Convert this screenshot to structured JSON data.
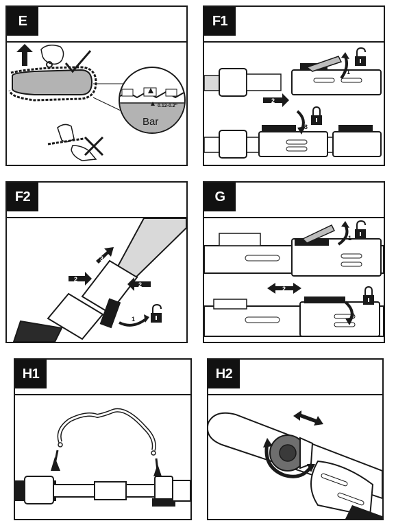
{
  "panels": {
    "E": {
      "tag": "E",
      "bar_label": "Bar",
      "gap_label": "0.12-0.2\""
    },
    "F1": {
      "tag": "F1",
      "step_1": "1",
      "step_2": "2",
      "step_3": "3"
    },
    "F2": {
      "tag": "F2",
      "step_1": "1",
      "step_2a": "2",
      "step_2b": "2",
      "step_3": "3"
    },
    "G": {
      "tag": "G",
      "step_1": "1",
      "step_2": "2",
      "step_3": "3"
    },
    "H1": {
      "tag": "H1"
    },
    "H2": {
      "tag": "H2"
    }
  },
  "colors": {
    "ink": "#1a1a1a",
    "bar_gray": "#b3b3b3",
    "tube_gray": "#d9d9d9"
  },
  "icons": [
    "up-arrow-icon",
    "check-mark-icon",
    "cross-mark-icon",
    "lock-open-icon",
    "lock-closed-icon",
    "double-arrow-icon",
    "rotate-arrow-icon"
  ]
}
